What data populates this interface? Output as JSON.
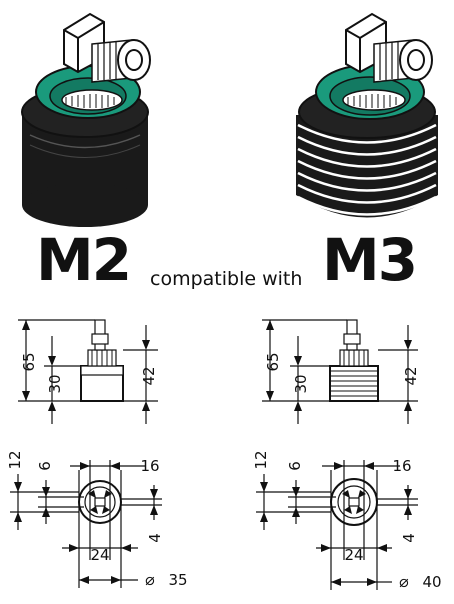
{
  "header": {
    "model_left": "M2",
    "connector": "compatible with",
    "model_right": "M3"
  },
  "colors": {
    "ring_green": "#1a9a7c",
    "body_black": "#1a1a1a",
    "line": "#111111"
  },
  "left_side_view": {
    "total_height": "65",
    "body_height": "30",
    "overall_height": "42"
  },
  "right_side_view": {
    "total_height": "65",
    "body_height": "30",
    "overall_height": "42"
  },
  "left_top_view": {
    "dim_12": "12",
    "dim_6": "6",
    "dim_16": "16",
    "dim_4": "4",
    "dim_24": "24",
    "diameter_symbol": "⌀",
    "diameter": "35"
  },
  "right_top_view": {
    "dim_12": "12",
    "dim_6": "6",
    "dim_16": "16",
    "dim_4": "4",
    "dim_24": "24",
    "diameter_symbol": "⌀",
    "diameter": "40"
  }
}
